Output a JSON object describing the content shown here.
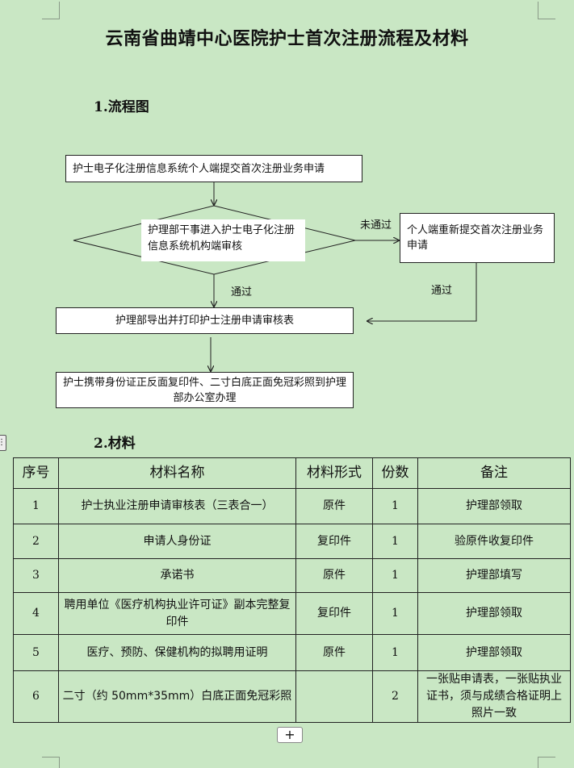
{
  "title": "云南省曲靖中心医院护士首次注册流程及材料",
  "section1": "1.流程图",
  "section2": "2.材料",
  "flow": {
    "step1": "护士电子化注册信息系统个人端提交首次注册业务申请",
    "step2": "护理部干事进入护士电子化注册信息系统机构端审核",
    "resubmit": "个人端重新提交首次注册业务申请",
    "step3": "护理部导出并打印护士注册申请审核表",
    "step4": "护士携带身份证正反面复印件、二寸白底正面免冠彩照到护理部办公室办理",
    "label_fail": "未通过",
    "label_pass": "通过"
  },
  "table": {
    "headers": [
      "序号",
      "材料名称",
      "材料形式",
      "份数",
      "备注"
    ],
    "rows": [
      [
        "1",
        "护士执业注册申请审核表（三表合一）",
        "原件",
        "1",
        "护理部领取"
      ],
      [
        "2",
        "申请人身份证",
        "复印件",
        "1",
        "验原件收复印件"
      ],
      [
        "3",
        "承诺书",
        "原件",
        "1",
        "护理部填写"
      ],
      [
        "4",
        "聘用单位《医疗机构执业许可证》副本完整复印件",
        "复印件",
        "1",
        "护理部领取"
      ],
      [
        "5",
        "医疗、预防、保健机构的拟聘用证明",
        "原件",
        "1",
        "护理部领取"
      ],
      [
        "6",
        "二寸（约 50mm*35mm）白底正面免冠彩照",
        "",
        "2",
        "一张贴申请表，一张贴执业证书，须与成绩合格证明上照片一致"
      ]
    ]
  },
  "add_row_label": "+",
  "side_handle_label": "⋮"
}
